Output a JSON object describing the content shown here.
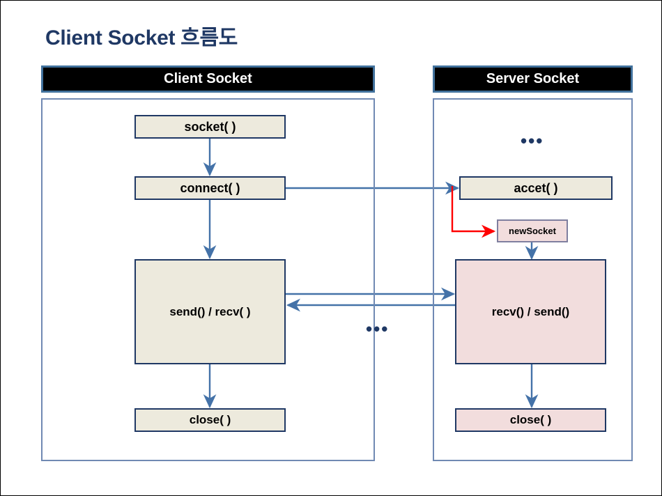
{
  "slide": {
    "title": "Client Socket 흐름도",
    "title_color": "#1F3864",
    "background": "#FFFFFF",
    "border_color": "#000000"
  },
  "colors": {
    "header_bar_fill": "#000000",
    "header_bar_border": "#41719C",
    "header_bar_text": "#FFFFFF",
    "panel_border": "#7089B3",
    "node_border": "#1F3864",
    "beige_fill": "#EDEADD",
    "pink_fill": "#F2DDDD",
    "newsocket_border": "#7F7F9F",
    "arrow_blue": "#4472A8",
    "arrow_red": "#FF0000",
    "ellipsis_color": "#1F3864"
  },
  "panels": [
    {
      "id": "client",
      "header": "Client Socket",
      "nodes": [
        {
          "id": "client-socket",
          "label": "socket( )",
          "fill": "beige"
        },
        {
          "id": "client-connect",
          "label": "connect( )",
          "fill": "beige"
        },
        {
          "id": "client-sendrecv",
          "label": "send() / recv( )",
          "fill": "beige"
        },
        {
          "id": "client-close",
          "label": "close( )",
          "fill": "beige"
        }
      ]
    },
    {
      "id": "server",
      "header": "Server Socket",
      "ellipsis_top": "•••",
      "nodes": [
        {
          "id": "server-accept",
          "label": "accet( )",
          "fill": "beige"
        },
        {
          "id": "server-newsocket",
          "label": "newSocket",
          "fill": "pink"
        },
        {
          "id": "server-recvsend",
          "label": "recv() / send()",
          "fill": "pink"
        },
        {
          "id": "server-close",
          "label": "close( )",
          "fill": "pink"
        }
      ]
    }
  ],
  "middle_ellipsis": "•••",
  "connections": [
    {
      "id": "socket-to-connect",
      "from": "client-socket",
      "to": "client-connect",
      "color": "#4472A8",
      "direction": "down"
    },
    {
      "id": "connect-to-sendrecv",
      "from": "client-connect",
      "to": "client-sendrecv",
      "color": "#4472A8",
      "direction": "down"
    },
    {
      "id": "sendrecv-to-close",
      "from": "client-sendrecv",
      "to": "client-close",
      "color": "#4472A8",
      "direction": "down"
    },
    {
      "id": "connect-to-accept",
      "from": "client-connect",
      "to": "server-accept",
      "color": "#4472A8",
      "direction": "right"
    },
    {
      "id": "accept-to-newsocket",
      "from": "server-accept",
      "to": "server-newsocket",
      "color": "#FF0000",
      "direction": "elbow-right"
    },
    {
      "id": "newsocket-to-recvsend",
      "from": "server-newsocket",
      "to": "server-recvsend",
      "color": "#4472A8",
      "direction": "down"
    },
    {
      "id": "client-send-to-server",
      "from": "client-sendrecv",
      "to": "server-recvsend",
      "color": "#4472A8",
      "direction": "right"
    },
    {
      "id": "server-send-to-client",
      "from": "server-recvsend",
      "to": "client-sendrecv",
      "color": "#4472A8",
      "direction": "left"
    },
    {
      "id": "recvsend-to-serverclose",
      "from": "server-recvsend",
      "to": "server-close",
      "color": "#4472A8",
      "direction": "down"
    }
  ]
}
